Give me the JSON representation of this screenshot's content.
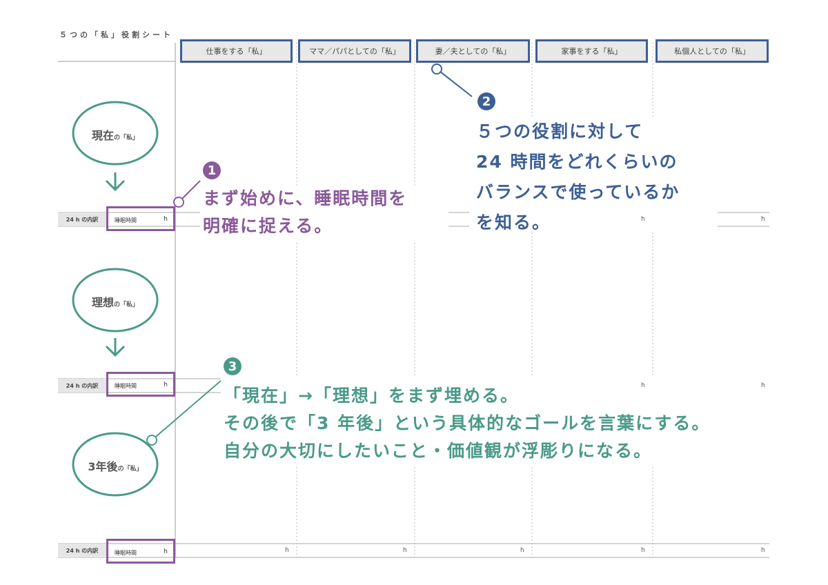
{
  "title": "５つの「私」役割シート",
  "roles": [
    "仕事をする「私」",
    "ママ／パパとしての「私」",
    "妻／夫としての「私」",
    "家事をする「私」",
    "私個人としての「私」"
  ],
  "stages": [
    {
      "main": "現在",
      "suffix": "の「私」"
    },
    {
      "main": "理想",
      "suffix": "の「私」"
    },
    {
      "main": "3年後",
      "suffix": "の「私」"
    }
  ],
  "row_label": "24 h の内訳",
  "sleep_label": "睡眠時間",
  "hour_unit": "h",
  "callouts": [
    {
      "number": "1",
      "lines": [
        "まず始めに、睡眠時間を",
        "明確に捉える。"
      ]
    },
    {
      "number": "2",
      "lines": [
        "５つの役割に対して",
        "24 時間をどれくらいの",
        "バランスで使っているか",
        "を知る。"
      ]
    },
    {
      "number": "3",
      "lines": [
        "「現在」→「理想」をまず埋める。",
        "その後で「3 年後」という具体的なゴールを言葉にする。",
        "自分の大切にしたいこと・価値観が浮彫りになる。"
      ]
    }
  ],
  "colors": {
    "purple": "#8a5a9a",
    "blue": "#3d5f96",
    "teal": "#4a9a88"
  }
}
